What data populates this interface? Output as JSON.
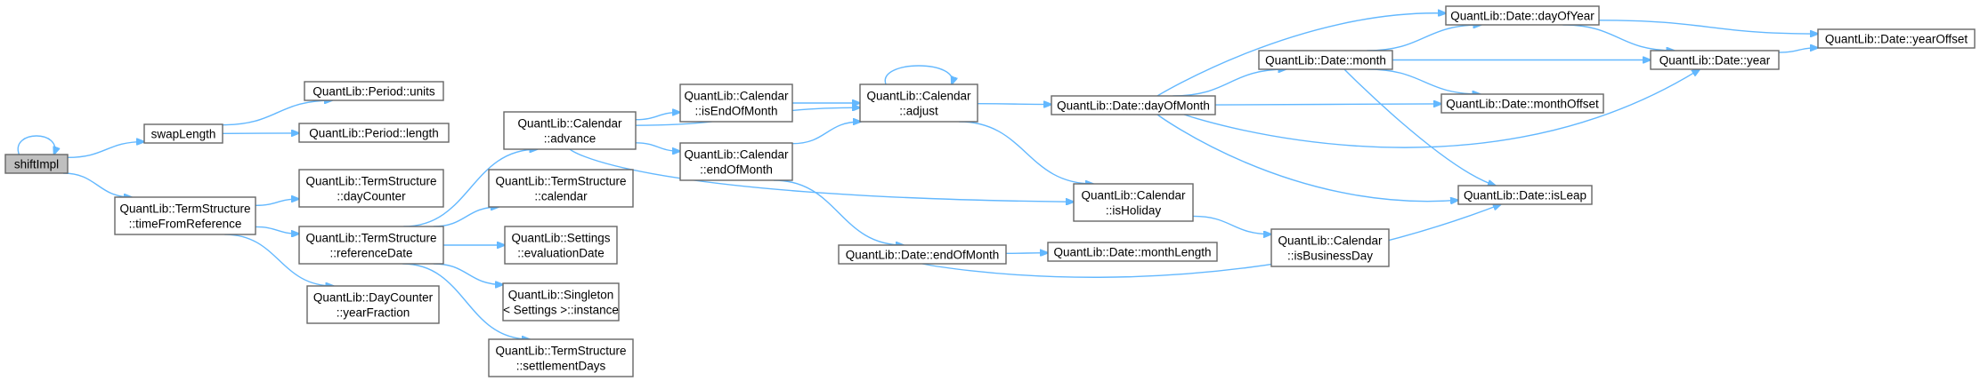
{
  "graph": {
    "root": "shiftImpl",
    "nodes": [
      {
        "id": "shiftImpl",
        "lines": [
          "shiftImpl"
        ]
      },
      {
        "id": "swapLength",
        "lines": [
          "swapLength"
        ]
      },
      {
        "id": "ts_timeFromReference",
        "lines": [
          "QuantLib::TermStructure",
          "::timeFromReference"
        ]
      },
      {
        "id": "period_units",
        "lines": [
          "QuantLib::Period::units"
        ]
      },
      {
        "id": "period_length",
        "lines": [
          "QuantLib::Period::length"
        ]
      },
      {
        "id": "ts_dayCounter",
        "lines": [
          "QuantLib::TermStructure",
          "::dayCounter"
        ]
      },
      {
        "id": "ts_referenceDate",
        "lines": [
          "QuantLib::TermStructure",
          "::referenceDate"
        ]
      },
      {
        "id": "dc_yearFraction",
        "lines": [
          "QuantLib::DayCounter",
          "::yearFraction"
        ]
      },
      {
        "id": "cal_advance",
        "lines": [
          "QuantLib::Calendar",
          "::advance"
        ]
      },
      {
        "id": "ts_calendar",
        "lines": [
          "QuantLib::TermStructure",
          "::calendar"
        ]
      },
      {
        "id": "settings_evaluationDate",
        "lines": [
          "QuantLib::Settings",
          "::evaluationDate"
        ]
      },
      {
        "id": "singleton_instance",
        "lines": [
          "QuantLib::Singleton",
          "< Settings >::instance"
        ]
      },
      {
        "id": "ts_settlementDays",
        "lines": [
          "QuantLib::TermStructure",
          "::settlementDays"
        ]
      },
      {
        "id": "cal_isEndOfMonth",
        "lines": [
          "QuantLib::Calendar",
          "::isEndOfMonth"
        ]
      },
      {
        "id": "cal_endOfMonth",
        "lines": [
          "QuantLib::Calendar",
          "::endOfMonth"
        ]
      },
      {
        "id": "cal_adjust",
        "lines": [
          "QuantLib::Calendar",
          "::adjust"
        ]
      },
      {
        "id": "date_endOfMonth",
        "lines": [
          "QuantLib::Date::endOfMonth"
        ]
      },
      {
        "id": "date_dayOfMonth",
        "lines": [
          "QuantLib::Date::dayOfMonth"
        ]
      },
      {
        "id": "cal_isHoliday",
        "lines": [
          "QuantLib::Calendar",
          "::isHoliday"
        ]
      },
      {
        "id": "date_monthLength",
        "lines": [
          "QuantLib::Date::monthLength"
        ]
      },
      {
        "id": "date_month",
        "lines": [
          "QuantLib::Date::month"
        ]
      },
      {
        "id": "cal_isBusinessDay",
        "lines": [
          "QuantLib::Calendar",
          "::isBusinessDay"
        ]
      },
      {
        "id": "date_dayOfYear",
        "lines": [
          "QuantLib::Date::dayOfYear"
        ]
      },
      {
        "id": "date_monthOffset",
        "lines": [
          "QuantLib::Date::monthOffset"
        ]
      },
      {
        "id": "date_isLeap",
        "lines": [
          "QuantLib::Date::isLeap"
        ]
      },
      {
        "id": "date_year",
        "lines": [
          "QuantLib::Date::year"
        ]
      },
      {
        "id": "date_yearOffset",
        "lines": [
          "QuantLib::Date::yearOffset"
        ]
      }
    ],
    "edges": [
      [
        "shiftImpl",
        "shiftImpl"
      ],
      [
        "shiftImpl",
        "swapLength"
      ],
      [
        "shiftImpl",
        "ts_timeFromReference"
      ],
      [
        "swapLength",
        "period_units"
      ],
      [
        "swapLength",
        "period_length"
      ],
      [
        "ts_timeFromReference",
        "ts_dayCounter"
      ],
      [
        "ts_timeFromReference",
        "ts_referenceDate"
      ],
      [
        "ts_timeFromReference",
        "dc_yearFraction"
      ],
      [
        "ts_referenceDate",
        "cal_advance"
      ],
      [
        "ts_referenceDate",
        "ts_calendar"
      ],
      [
        "ts_referenceDate",
        "settings_evaluationDate"
      ],
      [
        "ts_referenceDate",
        "singleton_instance"
      ],
      [
        "ts_referenceDate",
        "ts_settlementDays"
      ],
      [
        "cal_advance",
        "cal_isEndOfMonth"
      ],
      [
        "cal_advance",
        "cal_endOfMonth"
      ],
      [
        "cal_advance",
        "cal_adjust"
      ],
      [
        "cal_advance",
        "cal_isHoliday"
      ],
      [
        "cal_isEndOfMonth",
        "cal_adjust"
      ],
      [
        "cal_endOfMonth",
        "cal_adjust"
      ],
      [
        "cal_endOfMonth",
        "date_endOfMonth"
      ],
      [
        "cal_adjust",
        "cal_adjust"
      ],
      [
        "cal_adjust",
        "date_dayOfMonth"
      ],
      [
        "cal_adjust",
        "cal_isHoliday"
      ],
      [
        "date_endOfMonth",
        "date_monthLength"
      ],
      [
        "date_endOfMonth",
        "date_isLeap"
      ],
      [
        "date_dayOfMonth",
        "date_dayOfYear"
      ],
      [
        "date_dayOfMonth",
        "date_month"
      ],
      [
        "date_dayOfMonth",
        "date_monthOffset"
      ],
      [
        "date_dayOfMonth",
        "date_isLeap"
      ],
      [
        "date_dayOfMonth",
        "date_year"
      ],
      [
        "cal_isHoliday",
        "cal_isBusinessDay"
      ],
      [
        "date_month",
        "date_dayOfYear"
      ],
      [
        "date_month",
        "date_year"
      ],
      [
        "date_month",
        "date_monthOffset"
      ],
      [
        "date_month",
        "date_isLeap"
      ],
      [
        "date_dayOfYear",
        "date_year"
      ],
      [
        "date_dayOfYear",
        "date_yearOffset"
      ],
      [
        "date_year",
        "date_yearOffset"
      ]
    ]
  },
  "colors": {
    "edge": "#63b8ff",
    "node_border": "#666666",
    "node_fill": "#ffffff",
    "root_fill": "#bfbfbf"
  }
}
